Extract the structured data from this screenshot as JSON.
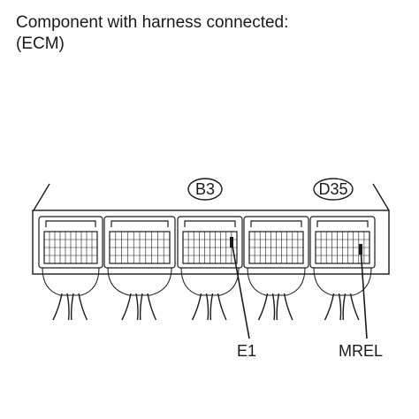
{
  "caption": {
    "line1": "Component with harness connected:",
    "line2": "(ECM)"
  },
  "connectors": [
    {
      "id": "B3"
    },
    {
      "id": "D35"
    }
  ],
  "pins": [
    {
      "label": "E1"
    },
    {
      "label": "MREL"
    }
  ]
}
